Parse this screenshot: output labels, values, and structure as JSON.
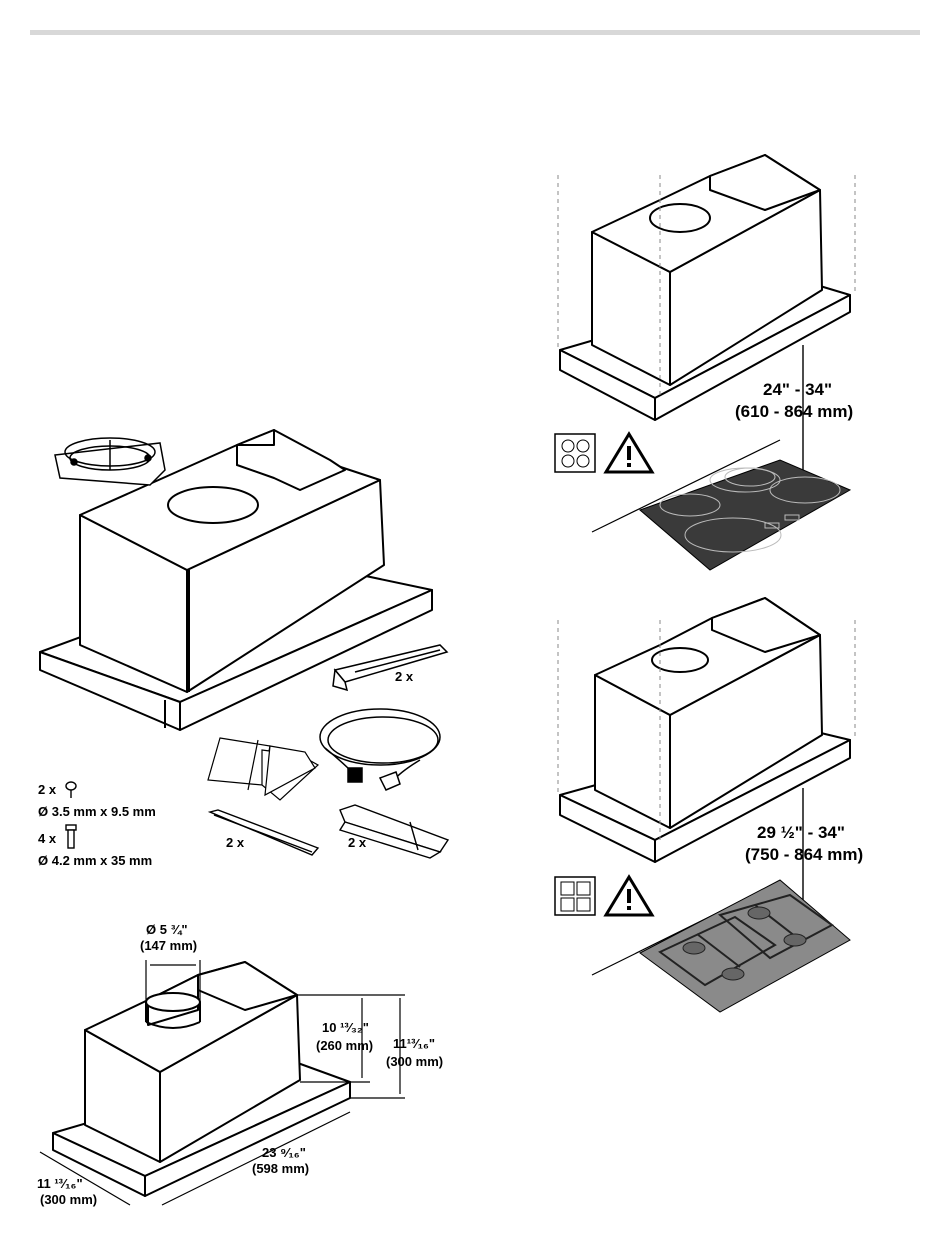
{
  "parts": {
    "bracket_count": "2 x",
    "rail_count": "2 x",
    "clip_count": "2 x",
    "screw1_count": "2 x",
    "screw1_size": "Ø 3.5 mm x 9.5 mm",
    "screw2_count": "4 x",
    "screw2_size": "Ø 4.2 mm x 35 mm"
  },
  "dimensions": {
    "duct_in": "Ø 5 ¾\"",
    "duct_mm": "(147 mm)",
    "h1_in": "10 ¹³⁄₃₂\"",
    "h1_mm": "(260 mm)",
    "h2_in": "11¹³⁄₁₆\"",
    "h2_mm": "(300 mm)",
    "width_in": "23 ⁹⁄₁₆\"",
    "width_mm": "(598 mm)",
    "depth_in": "11 ¹³⁄₁₆\"",
    "depth_mm": "(300 mm)"
  },
  "clearance_electric": {
    "in": "24\" - 34\"",
    "mm": "(610 - 864 mm)"
  },
  "clearance_gas": {
    "in": "29 ½\" - 34\"",
    "mm": "(750 - 864 mm)"
  },
  "colors": {
    "rule": "#d8d8d8",
    "cooktop": "#3a3a3a",
    "gas_cooktop": "#8a8a8a"
  }
}
